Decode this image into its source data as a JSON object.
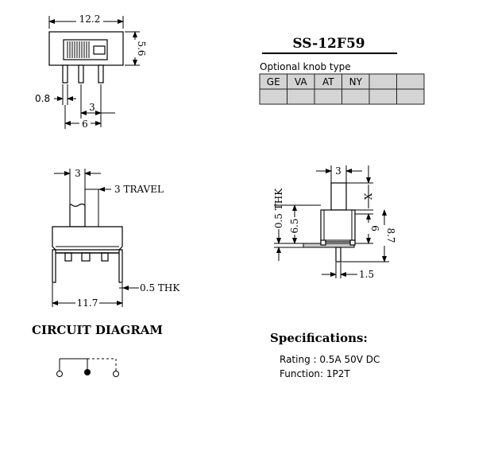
{
  "model": "SS-12F59",
  "knob_table": {
    "caption": "Optional knob type",
    "headers": [
      "GE",
      "VA",
      "AT",
      "NY",
      "",
      ""
    ]
  },
  "top_view": {
    "width": "12.2",
    "height": "5.6",
    "pin_width": "0.8",
    "pitch": "3",
    "span": "6"
  },
  "side_view": {
    "knob_width": "3",
    "travel": "3 TRAVEL",
    "thickness": "0.5 THK",
    "body_width": "11.7"
  },
  "end_view": {
    "knob_width": "3",
    "x": "X",
    "thickness": "0.5 THK",
    "height_a": "6.5",
    "height_b": "6",
    "height_c": "8.7",
    "foot": "1.5"
  },
  "circuit": {
    "title": "CIRCUIT DIAGRAM"
  },
  "specs": {
    "title": "Specifications:",
    "rating": "Rating : 0.5A 50V DC",
    "function": "Function: 1P2T"
  }
}
